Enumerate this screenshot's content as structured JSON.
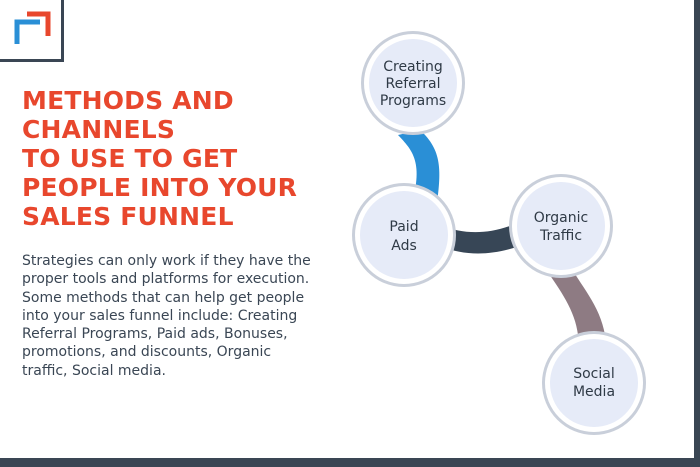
{
  "colors": {
    "frame": "#3a4654",
    "title": "#e8472d",
    "logo_accent": "#e8472d",
    "logo_blue": "#2a8fd6",
    "node_fill": "#e6ebf8",
    "node_ring": "#ffffff",
    "node_shadow": "#c9cfda",
    "link_blue": "#2a8fd6",
    "link_dark": "#374656",
    "link_mauve": "#8e7b83"
  },
  "logo": {
    "icon": "corner-bracket-logo-icon"
  },
  "heading": {
    "lines": [
      "METHODS AND",
      "CHANNELS",
      "TO USE TO GET",
      "PEOPLE INTO YOUR",
      "SALES FUNNEL"
    ]
  },
  "body": "Strategies can only work if they have the proper tools and platforms for execution. Some methods that can help get people into your sales funnel include: Creating Referral Programs, Paid ads, Bonuses, promotions, and discounts, Organic traffic, Social media.",
  "nodes": [
    {
      "id": "referral",
      "lines": [
        "Creating",
        "Referral",
        "Programs"
      ]
    },
    {
      "id": "paid",
      "lines": [
        "Paid",
        "Ads"
      ]
    },
    {
      "id": "organic",
      "lines": [
        "Organic",
        "Traffic"
      ]
    },
    {
      "id": "social",
      "lines": [
        "Social",
        "Media"
      ]
    }
  ]
}
